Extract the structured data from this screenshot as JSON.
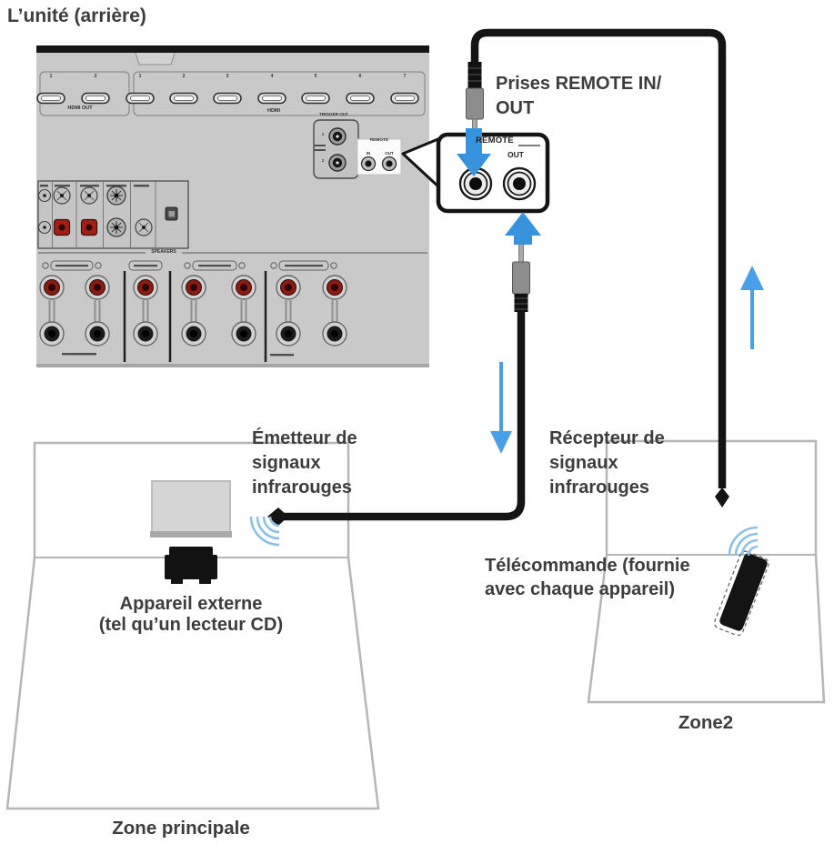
{
  "title": "L’unité (arrière)",
  "annotations": {
    "prises_remote": "Prises REMOTE IN/\nOUT",
    "emetteur": "Émetteur de\nsignaux\ninfrarouges",
    "recepteur": "Récepteur de\nsignaux\ninfrarouges",
    "telecommande": "Télécommande (fournie\navec chaque appareil)",
    "appareil_externe": "Appareil externe\n(tel qu’un lecteur CD)",
    "zone_principale": "Zone principale",
    "zone2": "Zone2"
  },
  "panel": {
    "hdmi_out_label": "HDMI OUT",
    "hdmi_label": "HDMI",
    "speakers_label": "SPEAKERS",
    "trigger_out_label": "TRIGGER OUT",
    "trigger_jack_numbers": [
      "1",
      "2"
    ],
    "hdmi_out_numbers": [
      "1",
      "2"
    ],
    "hdmi_numbers": [
      "1",
      "2",
      "3",
      "4",
      "5",
      "6",
      "7"
    ],
    "remote_box": {
      "title": "REMOTE",
      "in_label": "IN",
      "out_label": "OUT"
    }
  },
  "callout": {
    "title": "REMOTE",
    "out_label": "OUT"
  },
  "colors": {
    "arrow_blue": "#3793de",
    "thin_arrow_blue": "#4aa0e8",
    "ir_wave_blue": "#8cc1e6",
    "cable_black": "#141414",
    "panel_gray": "#c9c9c9",
    "room_line_gray": "#b6b6b6",
    "text_dark": "#3d3d3d"
  }
}
